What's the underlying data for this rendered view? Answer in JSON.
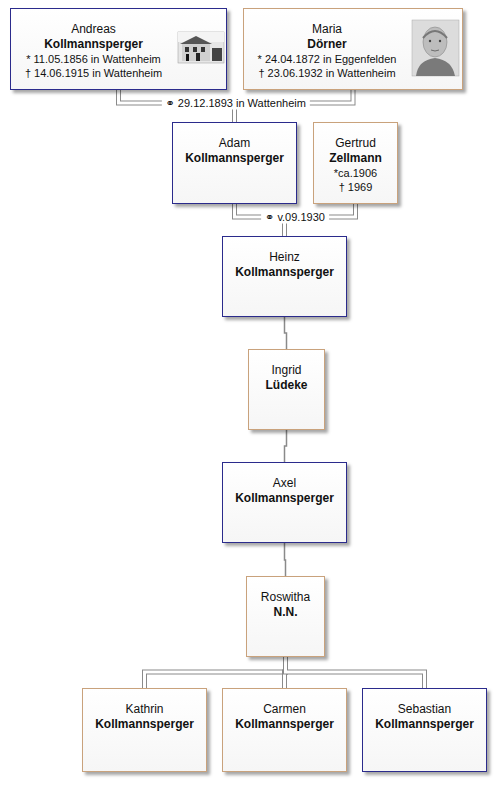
{
  "diagram": {
    "nodes": [
      {
        "text": [
          "Andreas",
          "Kollmannsperger",
          "* 11.05.1856 in Wattenheim",
          "† 14.06.1915 in Wattenheim"
        ]
      },
      {
        "text": [
          "Maria",
          "Dörner",
          "* 24.04.1872 in Eggenfelden",
          "† 23.06.1932 in Wattenheim"
        ]
      },
      {
        "text": [
          "Adam",
          "Kollmannsperger"
        ]
      },
      {
        "text": [
          "Gertrud",
          "Zellmann",
          "*ca.1906",
          "† 1969"
        ]
      },
      {
        "text": [
          "Heinz",
          "Kollmannsperger"
        ]
      },
      {
        "text": [
          "Ingrid",
          "Lüdeke"
        ]
      },
      {
        "text": [
          "Axel",
          "Kollmannsperger"
        ]
      },
      {
        "text": [
          "Roswitha",
          "N.N."
        ]
      },
      {
        "text": [
          "Kathrin",
          "Kollmannsperger"
        ]
      },
      {
        "text": [
          "Carmen",
          "Kollmannsperger"
        ]
      },
      {
        "text": [
          "Sebastian",
          "Kollmannsperger"
        ]
      }
    ],
    "edges": [
      {
        "from": 0,
        "to": 2,
        "arrow": "none",
        "label": "⚭ 29.12.1893 in Wattenheim"
      },
      {
        "from": 1,
        "to": 2,
        "arrow": "none"
      },
      {
        "from": 2,
        "to": 4,
        "arrow": "none",
        "label": "⚭ v.09.1930"
      },
      {
        "from": 3,
        "to": 4,
        "arrow": "none"
      },
      {
        "from": 4,
        "to": 5,
        "arrow": "none"
      },
      {
        "from": 5,
        "to": 6,
        "arrow": "none"
      },
      {
        "from": 6,
        "to": 7,
        "arrow": "none"
      },
      {
        "from": 7,
        "to": 8,
        "arrow": "none"
      },
      {
        "from": 7,
        "to": 9,
        "arrow": "none"
      },
      {
        "from": 7,
        "to": 10,
        "arrow": "none"
      }
    ]
  }
}
